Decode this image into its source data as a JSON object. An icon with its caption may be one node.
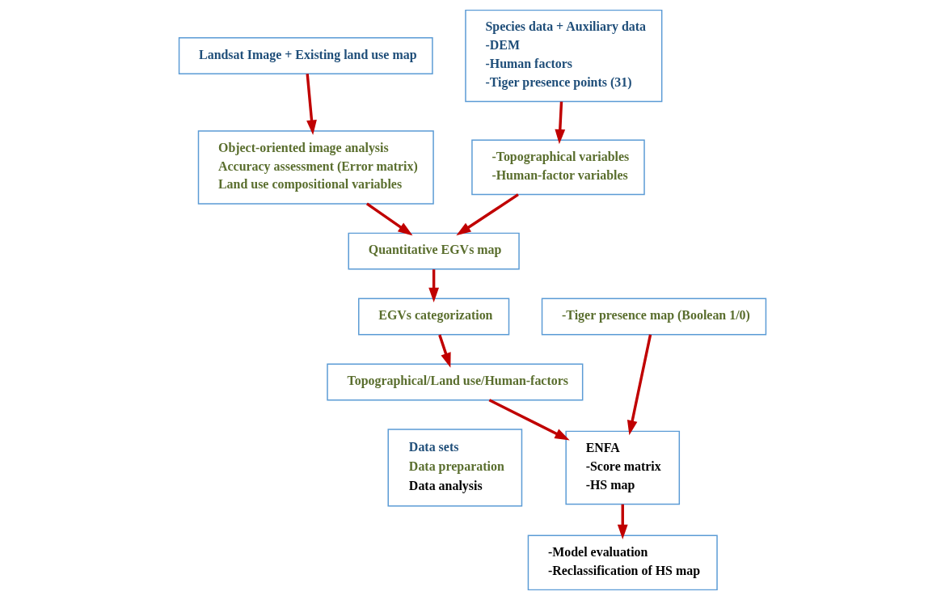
{
  "diagram": {
    "nodes": [
      {
        "text": [
          "Landsat Image + Existing land use map"
        ]
      },
      {
        "text": [
          "Species data + Auxiliary data",
          "-DEM",
          "-Human factors",
          "-Tiger presence points (31)"
        ]
      },
      {
        "text": [
          "Object-oriented image analysis",
          "Accuracy assessment (Error matrix)",
          "Land use compositional variables"
        ]
      },
      {
        "text": [
          "-Topographical variables",
          "-Human-factor variables"
        ]
      },
      {
        "text": [
          "Quantitative EGVs map"
        ]
      },
      {
        "text": [
          "-Tiger presence map (Boolean 1/0)"
        ]
      },
      {
        "text": [
          "EGVs categorization"
        ]
      },
      {
        "text": [
          "Topographical/Land use/Human-factors"
        ]
      },
      {
        "text": [
          "ENFA",
          "-Score matrix",
          "-HS map"
        ]
      },
      {
        "text": [
          "-Model evaluation",
          "-Reclassification of HS map"
        ]
      }
    ],
    "edges": [
      {
        "from": 0,
        "to": 2,
        "arrow": "to"
      },
      {
        "from": 1,
        "to": 3,
        "arrow": "to"
      },
      {
        "from": 2,
        "to": 4,
        "arrow": "to"
      },
      {
        "from": 3,
        "to": 4,
        "arrow": "to"
      },
      {
        "from": 4,
        "to": 6,
        "arrow": "to"
      },
      {
        "from": 6,
        "to": 7,
        "arrow": "to"
      },
      {
        "from": 7,
        "to": 8,
        "arrow": "to"
      },
      {
        "from": 5,
        "to": 8,
        "arrow": "to"
      },
      {
        "from": 8,
        "to": 9,
        "arrow": "to"
      }
    ],
    "legend": [
      {
        "text": "Data sets",
        "color": "#1f4e79"
      },
      {
        "text": "Data preparation",
        "color": "#5a6e2e"
      },
      {
        "text": "Data analysis",
        "color": "#000000"
      }
    ]
  }
}
